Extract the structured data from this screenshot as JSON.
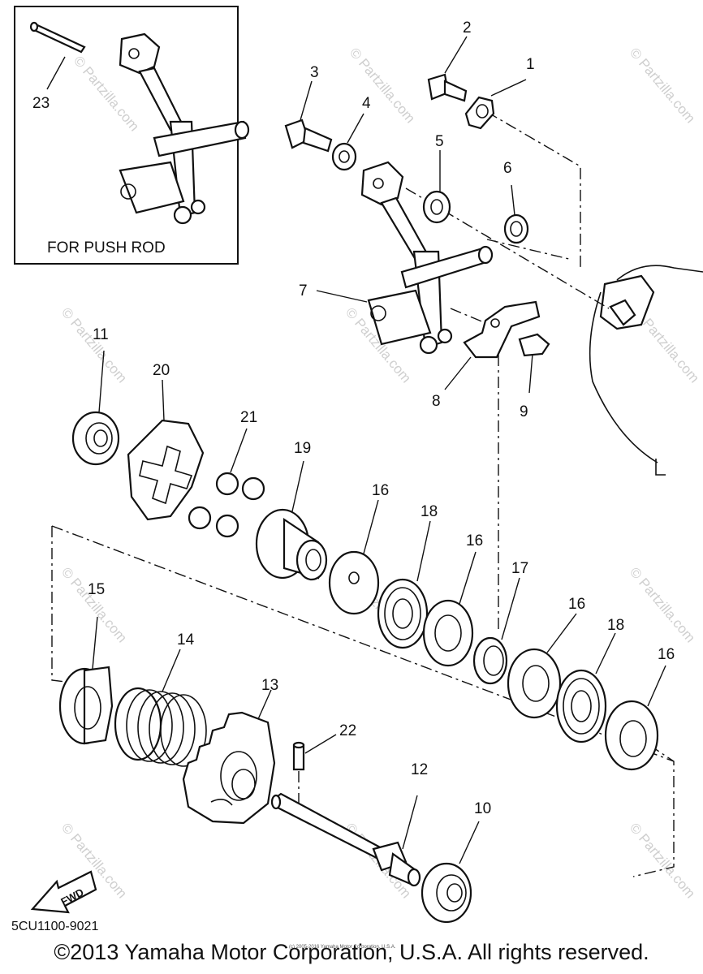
{
  "inset": {
    "caption": "FOR PUSH ROD",
    "callout": "23"
  },
  "callouts": [
    "1",
    "2",
    "3",
    "4",
    "5",
    "6",
    "7",
    "8",
    "9",
    "10",
    "11",
    "12",
    "13",
    "14",
    "15",
    "16",
    "17",
    "18",
    "19",
    "20",
    "21",
    "22",
    "23"
  ],
  "fwd_label": "FWD",
  "diagram_code": "5CU1100-9021",
  "watermark_text": "© Partzilla.com",
  "small_copyright": "(c) 2005-2016 Yamaha Motor Corporation, U.S.A.",
  "copyright": "©2013 Yamaha Motor Corporation, U.S.A. All rights reserved."
}
